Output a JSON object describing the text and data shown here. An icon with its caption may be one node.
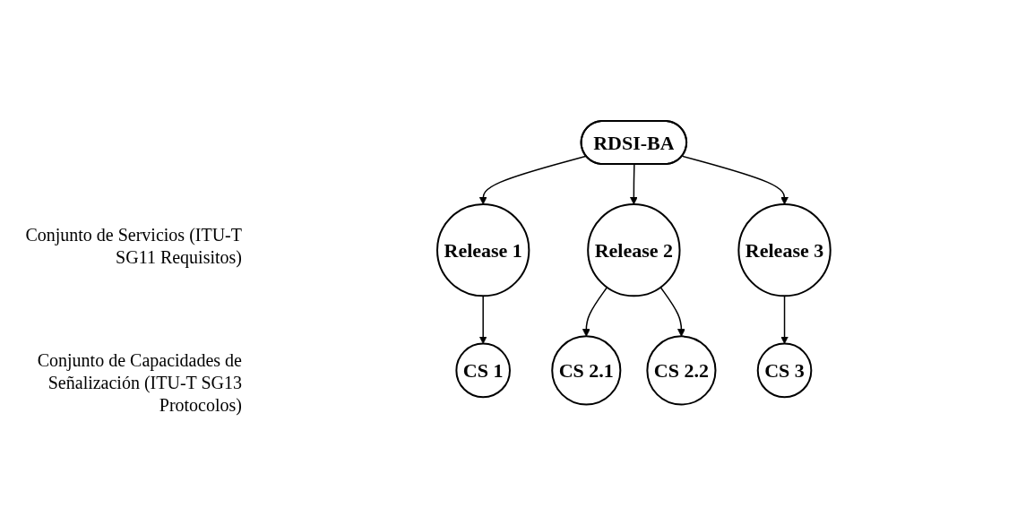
{
  "diagram": {
    "nodes": [
      {
        "text": [
          "RDSI-BA"
        ]
      },
      {
        "text": [
          "Release 1"
        ]
      },
      {
        "text": [
          "Release 2"
        ]
      },
      {
        "text": [
          "Release 3"
        ]
      },
      {
        "text": [
          "CS 1"
        ]
      },
      {
        "text": [
          "CS 2.1"
        ]
      },
      {
        "text": [
          "CS 2.2"
        ]
      },
      {
        "text": [
          "CS 3"
        ]
      }
    ],
    "edges": [
      {
        "from": 0,
        "to": 1,
        "arrow": "to"
      },
      {
        "from": 0,
        "to": 2,
        "arrow": "to"
      },
      {
        "from": 0,
        "to": 3,
        "arrow": "to"
      },
      {
        "from": 1,
        "to": 4,
        "arrow": "to"
      },
      {
        "from": 2,
        "to": 5,
        "arrow": "to"
      },
      {
        "from": 2,
        "to": 6,
        "arrow": "to"
      },
      {
        "from": 3,
        "to": 7,
        "arrow": "to"
      }
    ],
    "labels": [
      "Conjunto de Servicios (ITU-T SG11 Requisitos)",
      "Conjunto de Capacidades de Señalización (ITU-T SG13 Protocolos)"
    ]
  }
}
